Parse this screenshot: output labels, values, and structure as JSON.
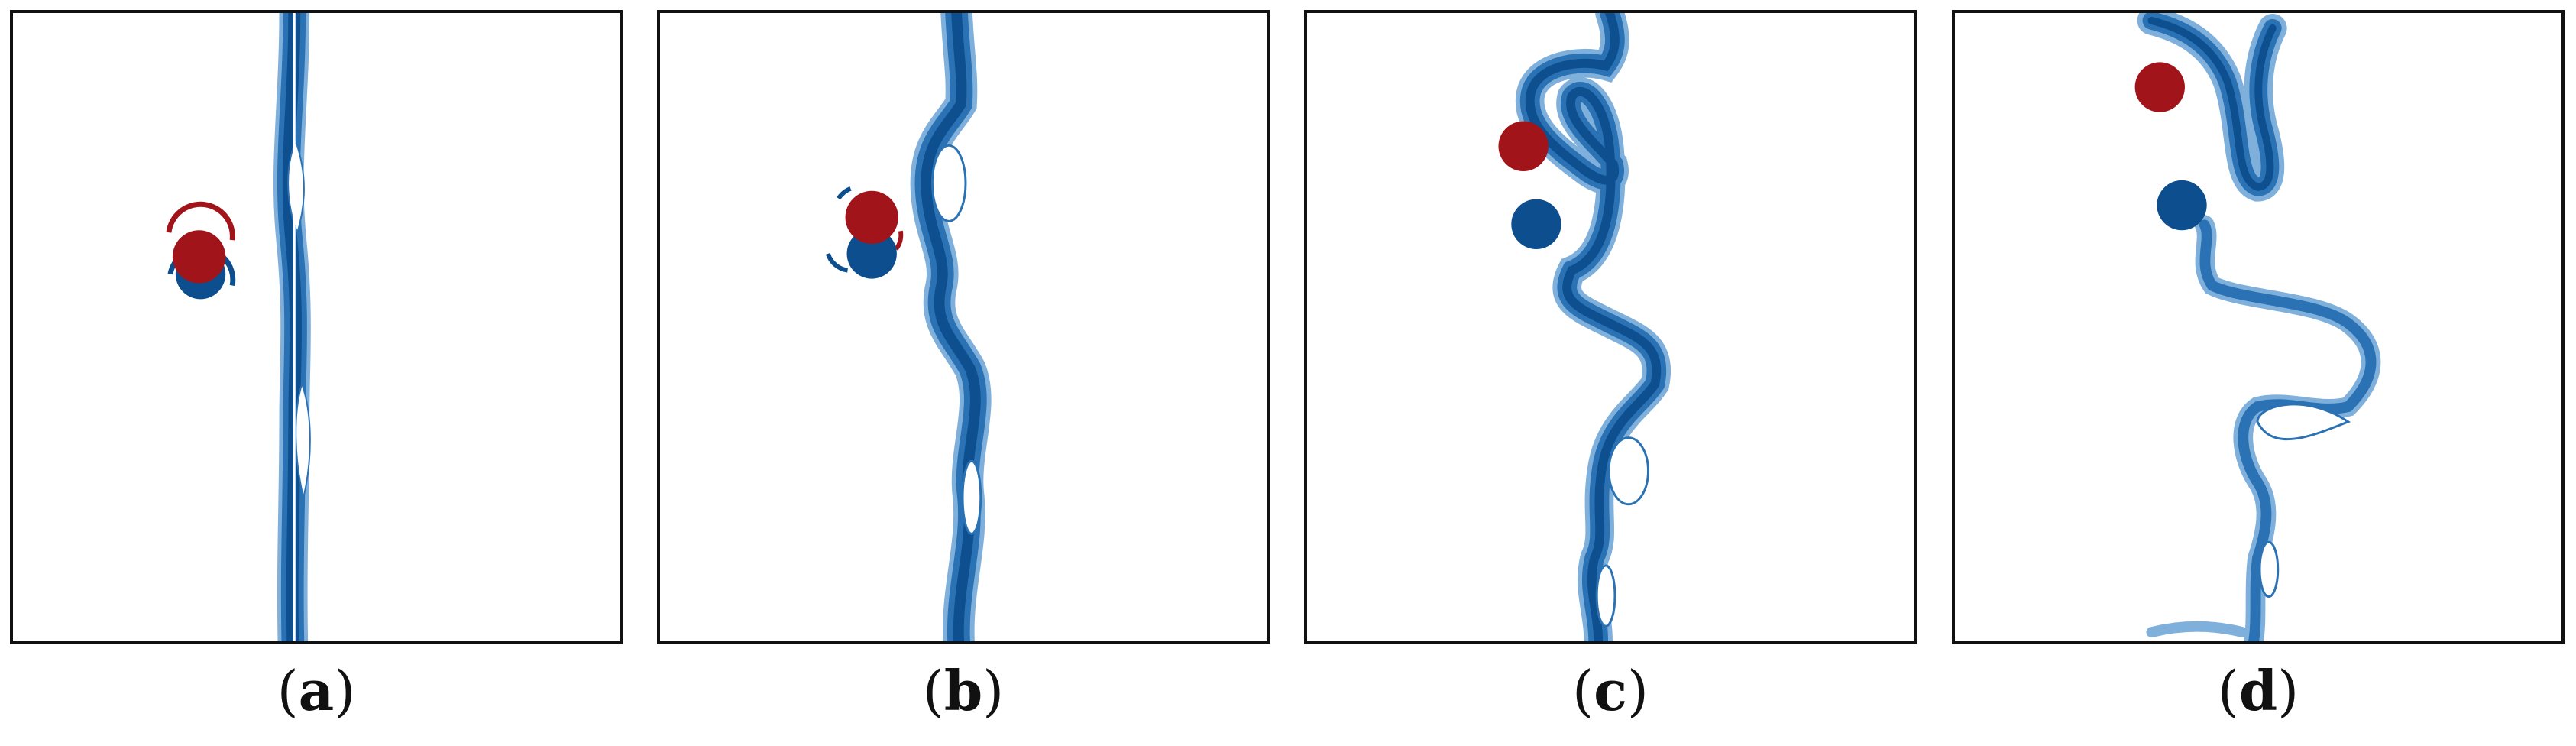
{
  "colors": {
    "filament_dark": "#0e4f8f",
    "filament_mid": "#2a72b4",
    "filament_light": "#7fb0dc",
    "particle_red": "#a11419",
    "particle_blue": "#0d4f8e",
    "frame": "#111111"
  },
  "panels": [
    {
      "label": "a",
      "caption_open": "(",
      "caption_close": ")"
    },
    {
      "label": "b",
      "caption_open": "(",
      "caption_close": ")"
    },
    {
      "label": "c",
      "caption_open": "(",
      "caption_close": ")"
    },
    {
      "label": "d",
      "caption_open": "(",
      "caption_close": ")"
    }
  ]
}
